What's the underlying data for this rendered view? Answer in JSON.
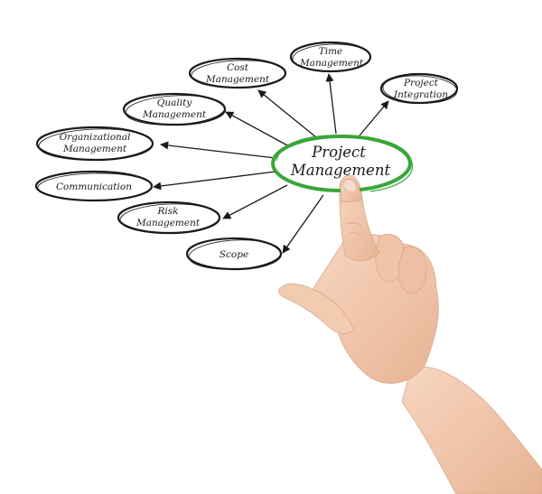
{
  "diagram": {
    "center": {
      "line1": "Project",
      "line2": "Management",
      "outline_color": "#3aa63a"
    },
    "nodes": {
      "time": {
        "line1": "Time",
        "line2": "Management"
      },
      "cost": {
        "line1": "Cost",
        "line2": "Management"
      },
      "integration": {
        "line1": "Project",
        "line2": "Integration"
      },
      "quality": {
        "line1": "Quality",
        "line2": "Management"
      },
      "organizational": {
        "line1": "Organizational",
        "line2": "Management"
      },
      "communication": {
        "line1": "Communication"
      },
      "risk": {
        "line1": "Risk",
        "line2": "Management"
      },
      "scope": {
        "line1": "Scope"
      }
    },
    "colors": {
      "ink": "#1a1a1a",
      "skin": "#f2c9ad",
      "background": "#ffffff"
    }
  }
}
